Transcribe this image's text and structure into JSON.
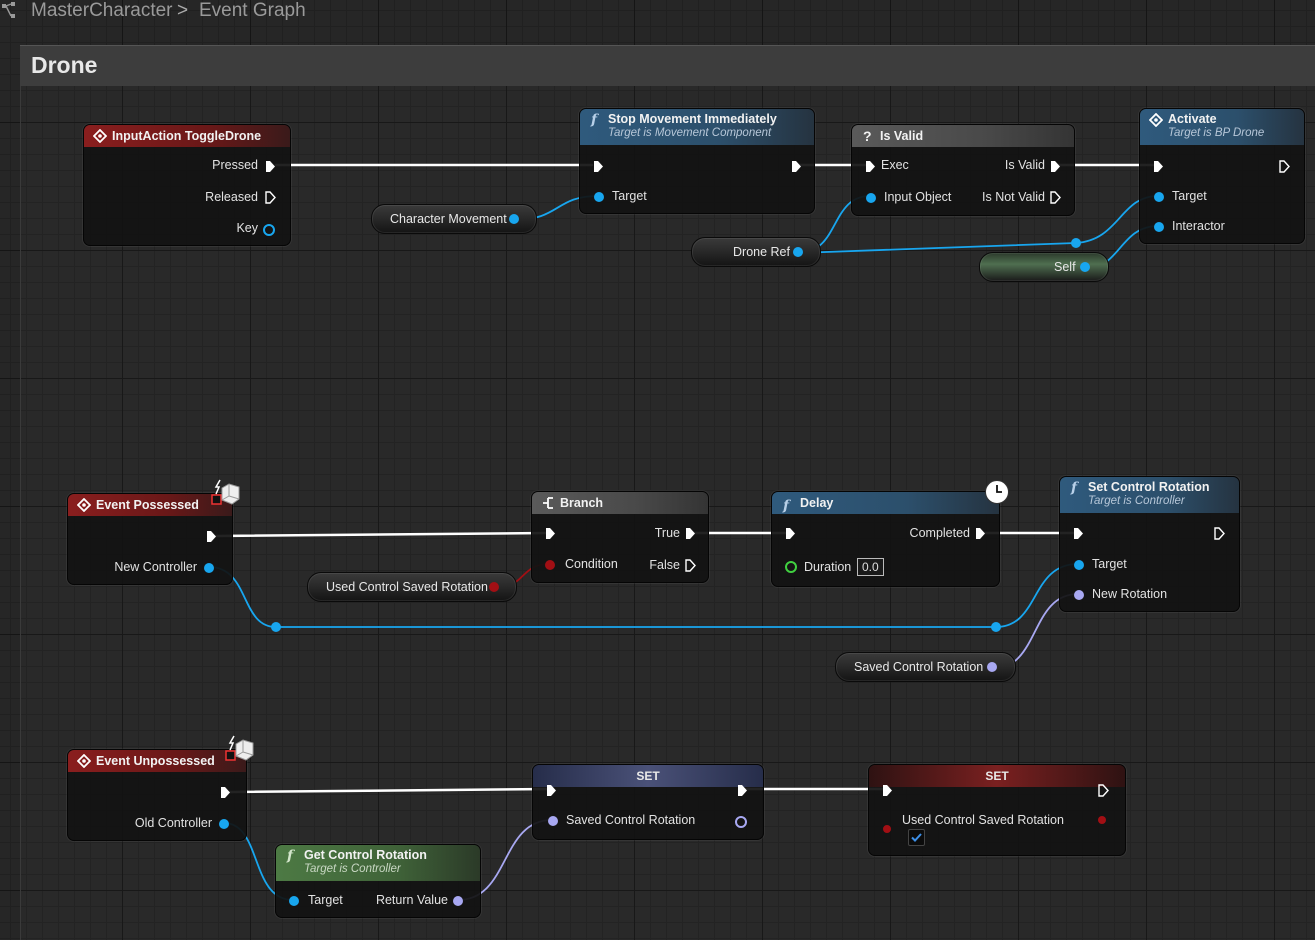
{
  "breadcrumb": {
    "root": "MasterCharacter",
    "separator": ">",
    "current": "Event Graph"
  },
  "comment": {
    "title": "Drone"
  },
  "nodes": {
    "input_action": {
      "title": "InputAction ToggleDrone",
      "pins": {
        "pressed": "Pressed",
        "released": "Released",
        "key": "Key"
      }
    },
    "stop_movement": {
      "title": "Stop Movement Immediately",
      "subtitle": "Target is Movement Component",
      "pins": {
        "target": "Target"
      }
    },
    "is_valid": {
      "title": "Is Valid",
      "pins": {
        "exec": "Exec",
        "input_object": "Input Object",
        "is_valid": "Is Valid",
        "is_not_valid": "Is Not Valid"
      }
    },
    "activate": {
      "title": "Activate",
      "subtitle": "Target is BP Drone",
      "pins": {
        "target": "Target",
        "interactor": "Interactor"
      }
    },
    "event_possessed": {
      "title": "Event Possessed",
      "pins": {
        "new_controller": "New Controller"
      }
    },
    "branch": {
      "title": "Branch",
      "pins": {
        "condition": "Condition",
        "true": "True",
        "false": "False"
      }
    },
    "delay": {
      "title": "Delay",
      "pins": {
        "completed": "Completed",
        "duration": "Duration"
      },
      "duration_value": "0.0"
    },
    "set_control_rotation": {
      "title": "Set Control Rotation",
      "subtitle": "Target is Controller",
      "pins": {
        "target": "Target",
        "new_rotation": "New Rotation"
      }
    },
    "event_unpossessed": {
      "title": "Event Unpossessed",
      "pins": {
        "old_controller": "Old Controller"
      }
    },
    "get_control_rotation": {
      "title": "Get Control Rotation",
      "subtitle": "Target is Controller",
      "pins": {
        "target": "Target",
        "return_value": "Return Value"
      }
    },
    "set_saved": {
      "title": "SET",
      "pins": {
        "saved_control_rotation": "Saved Control Rotation"
      }
    },
    "set_used": {
      "title": "SET",
      "pins": {
        "used_control_saved_rotation": "Used Control Saved Rotation"
      },
      "checked": true
    }
  },
  "variables": {
    "character_movement": "Character Movement",
    "drone_ref": "Drone Ref",
    "self": "Self",
    "used_control_saved_rotation": "Used Control Saved Rotation",
    "saved_control_rotation": "Saved Control Rotation"
  },
  "colors": {
    "exec_wire": "#ffffff",
    "object_pin": "#18a6ef",
    "rotator_pin": "#a8a8f2",
    "bool_pin": "#a20f14",
    "event_header": "#8a1e1e",
    "function_header": "#2f5a7d",
    "pure_header": "#4d7a44"
  },
  "icons": {
    "event": "event-diamond-icon",
    "function": "function-f-icon",
    "branch": "branch-icon",
    "is_valid": "question-icon",
    "replication": "network-replication-icon",
    "latent": "clock-icon"
  }
}
